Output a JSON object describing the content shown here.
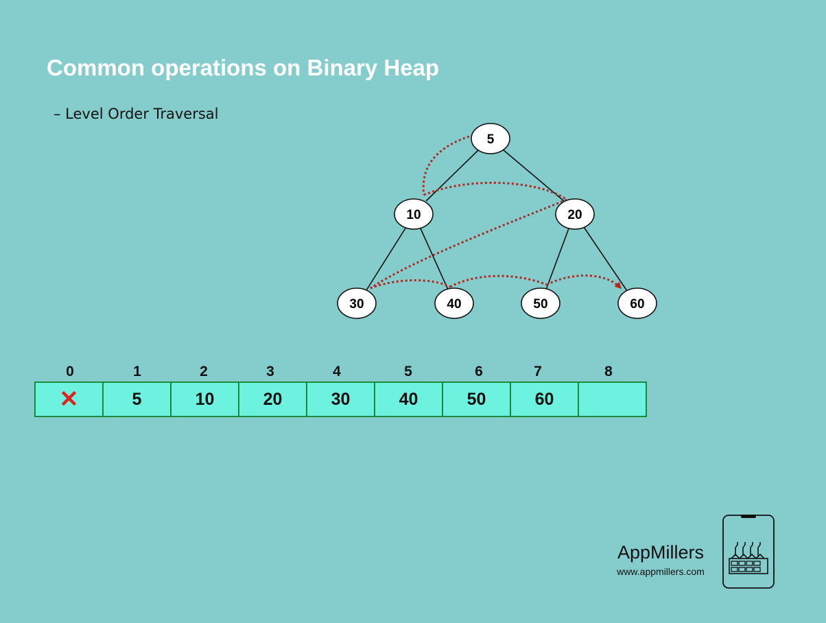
{
  "title": "Common operations on Binary Heap",
  "bullet": "– Level Order Traversal",
  "tree": {
    "nodes": [
      {
        "label": "5"
      },
      {
        "label": "10"
      },
      {
        "label": "20"
      },
      {
        "label": "30"
      },
      {
        "label": "40"
      },
      {
        "label": "50"
      },
      {
        "label": "60"
      }
    ]
  },
  "array": {
    "indices": [
      "0",
      "1",
      "2",
      "3",
      "4",
      "5",
      "6",
      "7",
      "8"
    ],
    "cells": [
      "",
      "5",
      "10",
      "20",
      "30",
      "40",
      "50",
      "60",
      ""
    ],
    "empty_marker": "✕"
  },
  "brand": {
    "name": "AppMillers",
    "url": "www.appmillers.com",
    "logo_icon": "factory-phone-icon"
  },
  "colors": {
    "background": "#85cccc",
    "cell_fill": "#6df2e0",
    "cell_border": "#1a8a3a",
    "traversal_arrow": "#b2271e",
    "cross": "#e0201a"
  }
}
